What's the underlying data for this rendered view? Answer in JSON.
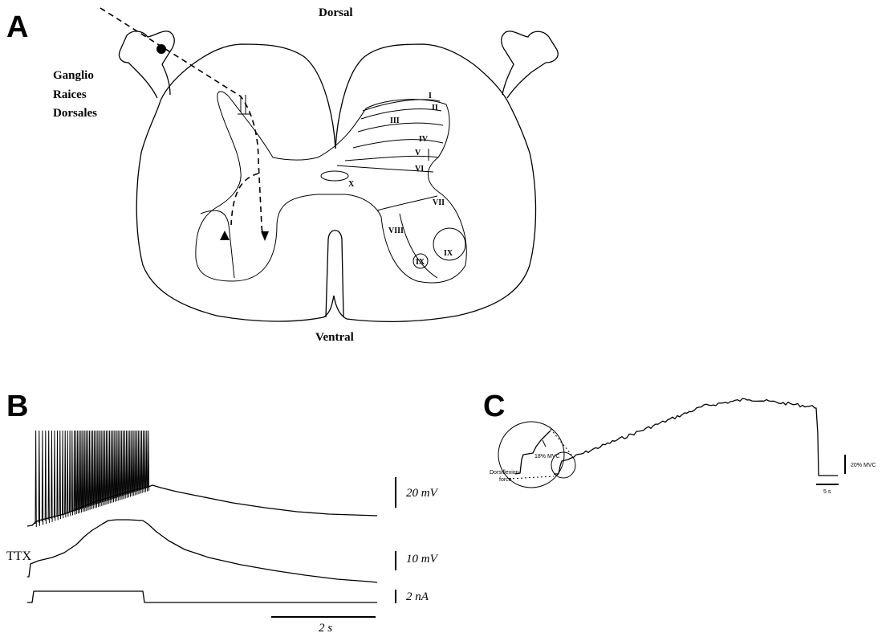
{
  "panel_a": {
    "letter": "A",
    "top_label": "Dorsal",
    "bottom_label": "Ventral",
    "ganglion_label": [
      "Ganglio",
      "Raices",
      "Dorsales"
    ],
    "laminae": [
      "I",
      "II",
      "III",
      "IV",
      "V",
      "VI",
      "VII",
      "VIII",
      "IX",
      "IX",
      "X"
    ]
  },
  "panel_b": {
    "letter": "B",
    "ttx_label": "TTX",
    "scale_top": "20 mV",
    "scale_middle": "10 mV",
    "scale_bottom": "2 nA",
    "time_scale": "2 s"
  },
  "panel_c": {
    "letter": "C",
    "inset_label": "18% MVC",
    "force_label": [
      "Dorsiflexion",
      "force"
    ],
    "scale_vertical": "20% MVC",
    "scale_time": "5 s"
  }
}
